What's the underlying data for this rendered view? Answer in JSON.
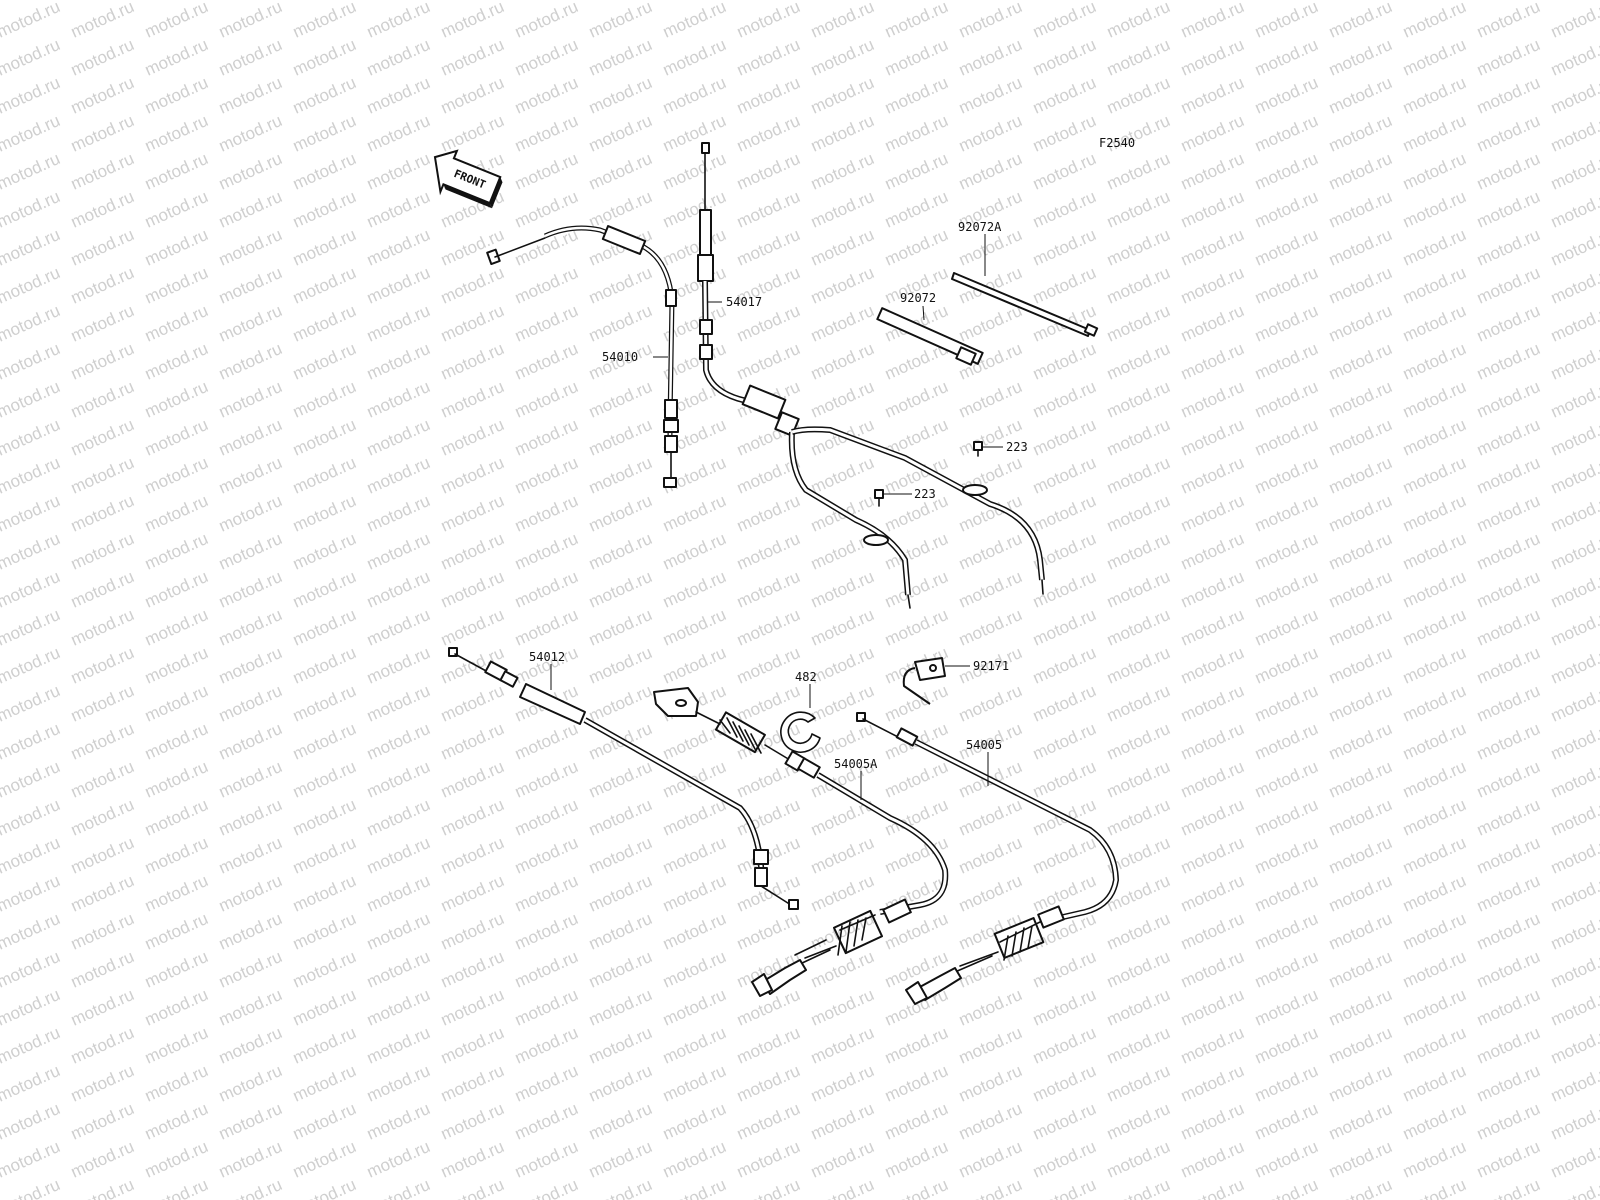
{
  "figure_code": "F2540",
  "front_label": "FRONT",
  "watermark": "motod.ru",
  "parts": {
    "p54010": "54010",
    "p54017": "54017",
    "p92072": "92072",
    "p92072A": "92072A",
    "p223a": "223",
    "p223b": "223",
    "p54012": "54012",
    "p482": "482",
    "p92171": "92171",
    "p54005A": "54005A",
    "p54005": "54005"
  }
}
